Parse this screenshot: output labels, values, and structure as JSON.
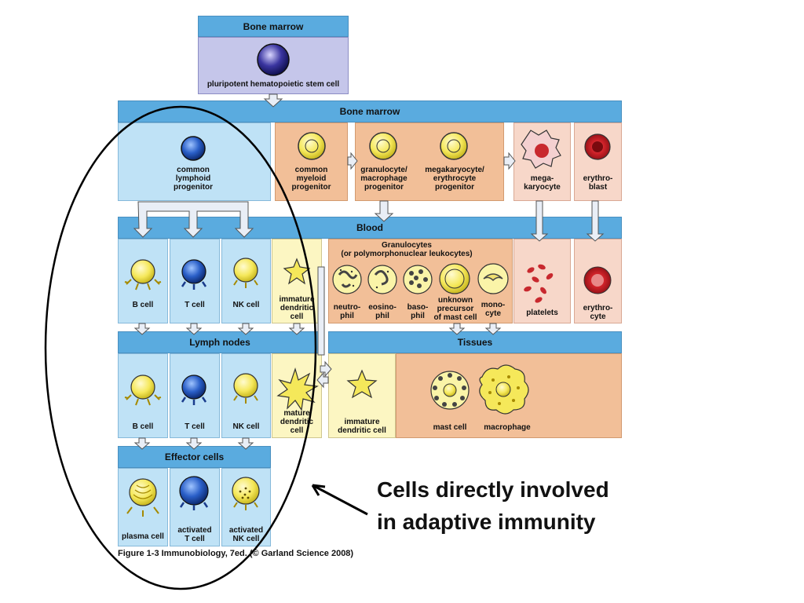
{
  "headers": {
    "bone_marrow_top": "Bone marrow",
    "bone_marrow_mid": "Bone marrow",
    "blood": "Blood",
    "lymph_nodes": "Lymph nodes",
    "tissues": "Tissues",
    "effector_cells": "Effector cells"
  },
  "stem_cell": "pluripotent hematopoietic stem cell",
  "progenitors": {
    "lymphoid": "common\nlymphoid\nprogenitor",
    "myeloid": "common\nmyeloid\nprogenitor",
    "granulocyte_macrophage": "granulocyte/\nmacrophage\nprogenitor",
    "megakaryocyte_erythrocyte": "megakaryocyte/\nerythrocyte\nprogenitor",
    "megakaryocyte": "mega-\nkaryocyte",
    "erythroblast": "erythro-\nblast"
  },
  "blood_cells": {
    "b_cell": "B cell",
    "t_cell": "T cell",
    "nk_cell": "NK cell",
    "immature_dendritic": "immature\ndendritic\ncell",
    "granulocytes_title": "Granulocytes\n(or polymorphonuclear leukocytes)",
    "neutrophil": "neutro-\nphil",
    "eosinophil": "eosino-\nphil",
    "basophil": "baso-\nphil",
    "unknown_precursor": "unknown\nprecursor\nof mast cell",
    "monocyte": "mono-\ncyte",
    "platelets": "platelets",
    "erythrocyte": "erythro-\ncyte"
  },
  "lymph_cells": {
    "b_cell": "B cell",
    "t_cell": "T cell",
    "nk_cell": "NK cell",
    "mature_dendritic": "mature\ndendritic\ncell"
  },
  "tissue_cells": {
    "immature_dendritic": "immature\ndendritic cell",
    "mast_cell": "mast cell",
    "macrophage": "macrophage"
  },
  "effector_cells": {
    "plasma_cell": "plasma cell",
    "activated_t": "activated\nT cell",
    "activated_nk": "activated\nNK cell"
  },
  "caption": "Figure 1-3  Immunobiology, 7ed. (© Garland Science 2008)",
  "annotation": {
    "line1": "Cells directly involved",
    "line2": "in adaptive immunity"
  }
}
